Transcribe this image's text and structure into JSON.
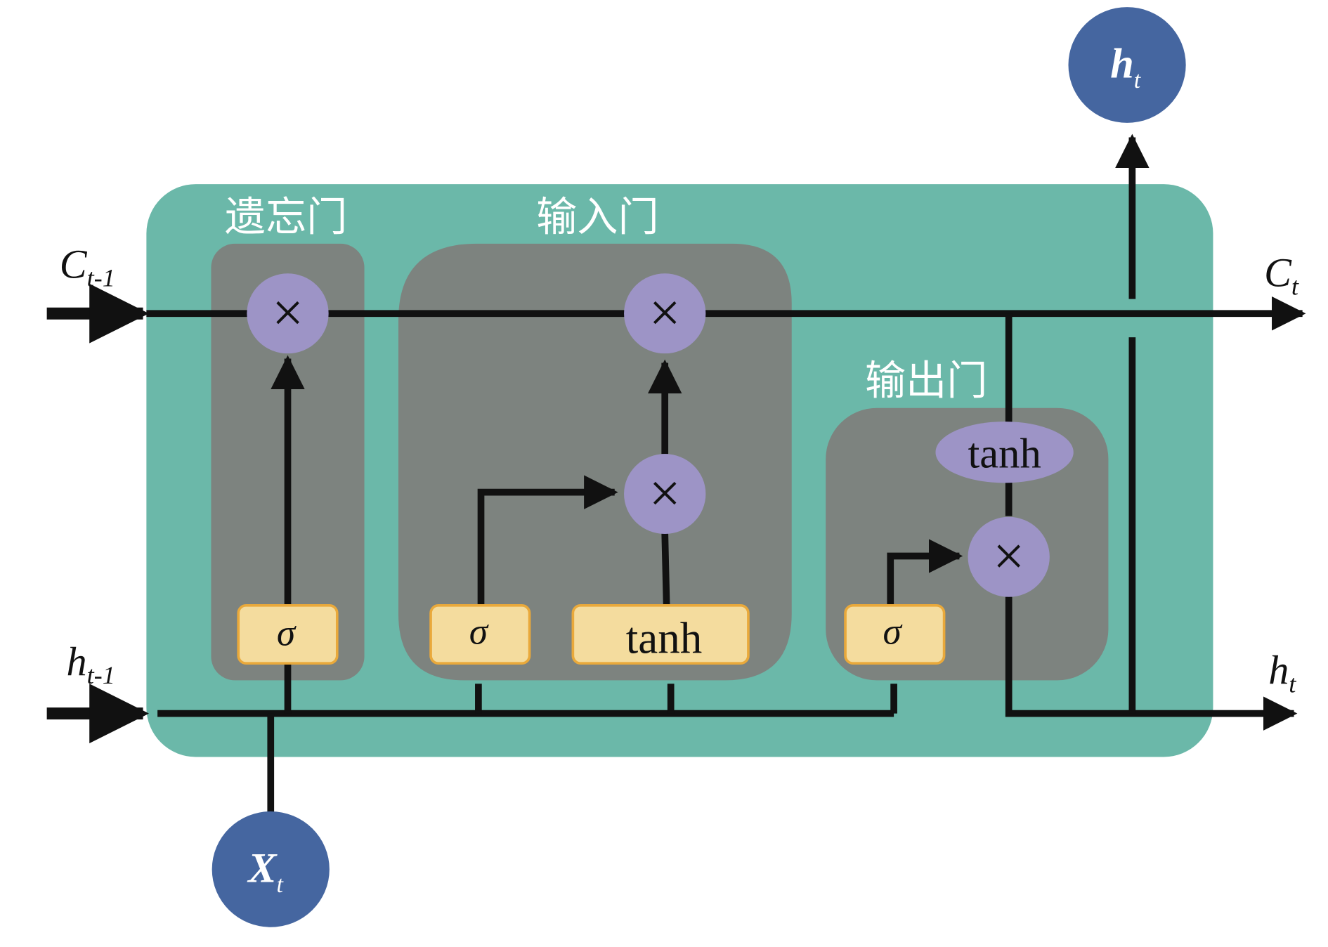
{
  "diagram": {
    "title": "LSTM cell",
    "colors": {
      "cell": "#6bb8a9",
      "gate": "#7d837f",
      "multiply_node": "#9d94c6",
      "activation_box": "#f4dc9e",
      "activation_border": "#e9a93b",
      "io_node": "#4566a0",
      "line": "#111111"
    },
    "gates": {
      "forget": {
        "label": "遗忘门",
        "activation": "σ"
      },
      "input": {
        "label": "输入门",
        "activation_sigma": "σ",
        "activation_tanh": "tanh"
      },
      "output": {
        "label": "输出门",
        "activation": "σ",
        "cell_tanh": "tanh"
      }
    },
    "operators": {
      "multiply": "×"
    },
    "inputs": {
      "c_prev": {
        "base": "C",
        "sub": "t-1"
      },
      "h_prev": {
        "base": "h",
        "sub": "t-1"
      },
      "x": {
        "base": "X",
        "sub": "t"
      }
    },
    "outputs": {
      "c_next": {
        "base": "C",
        "sub": "t"
      },
      "h_next": {
        "base": "h",
        "sub": "t"
      },
      "h_top": {
        "base": "h",
        "sub": "t"
      }
    }
  }
}
